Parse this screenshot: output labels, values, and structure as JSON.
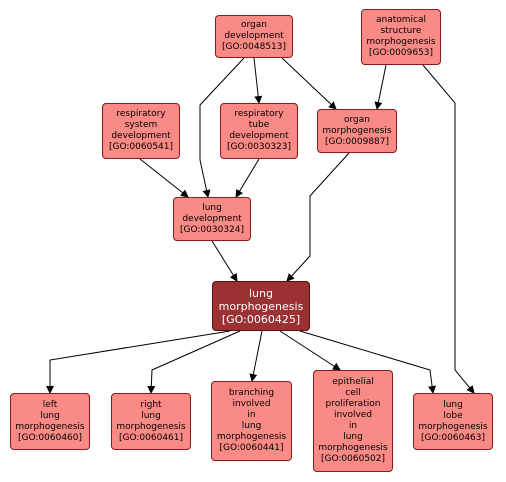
{
  "nodes": {
    "organ_development": {
      "lines": [
        "organ",
        "development",
        "[GO:0048513]"
      ]
    },
    "anatomical_structure_morphogenesis": {
      "lines": [
        "anatomical",
        "structure",
        "morphogenesis",
        "[GO:0009653]"
      ]
    },
    "respiratory_system_development": {
      "lines": [
        "respiratory",
        "system",
        "development",
        "[GO:0060541]"
      ]
    },
    "respiratory_tube_development": {
      "lines": [
        "respiratory",
        "tube",
        "development",
        "[GO:0030323]"
      ]
    },
    "organ_morphogenesis": {
      "lines": [
        "organ",
        "morphogenesis",
        "[GO:0009887]"
      ]
    },
    "lung_development": {
      "lines": [
        "lung",
        "development",
        "[GO:0030324]"
      ]
    },
    "lung_morphogenesis": {
      "lines": [
        "lung",
        "morphogenesis",
        "[GO:0060425]"
      ],
      "highlighted": true
    },
    "left_lung_morphogenesis": {
      "lines": [
        "left",
        "lung",
        "morphogenesis",
        "[GO:0060460]"
      ]
    },
    "right_lung_morphogenesis": {
      "lines": [
        "right",
        "lung",
        "morphogenesis",
        "[GO:0060461]"
      ]
    },
    "branching_involved_in_lung_morphogenesis": {
      "lines": [
        "branching",
        "involved",
        "in",
        "lung",
        "morphogenesis",
        "[GO:0060441]"
      ]
    },
    "epithelial_cell_proliferation_involved_in_lung_morphogenesis": {
      "lines": [
        "epithelial",
        "cell",
        "proliferation",
        "involved",
        "in",
        "lung",
        "morphogenesis",
        "[GO:0060502]"
      ]
    },
    "lung_lobe_morphogenesis": {
      "lines": [
        "lung",
        "lobe",
        "morphogenesis",
        "[GO:0060463]"
      ]
    }
  },
  "edges": [
    {
      "from": "organ_development",
      "to": "lung_development"
    },
    {
      "from": "organ_development",
      "to": "respiratory_tube_development"
    },
    {
      "from": "organ_development",
      "to": "organ_morphogenesis"
    },
    {
      "from": "anatomical_structure_morphogenesis",
      "to": "organ_morphogenesis"
    },
    {
      "from": "anatomical_structure_morphogenesis",
      "to": "lung_lobe_morphogenesis"
    },
    {
      "from": "respiratory_system_development",
      "to": "lung_development"
    },
    {
      "from": "respiratory_tube_development",
      "to": "lung_development"
    },
    {
      "from": "organ_morphogenesis",
      "to": "lung_morphogenesis"
    },
    {
      "from": "lung_development",
      "to": "lung_morphogenesis"
    },
    {
      "from": "lung_morphogenesis",
      "to": "left_lung_morphogenesis"
    },
    {
      "from": "lung_morphogenesis",
      "to": "right_lung_morphogenesis"
    },
    {
      "from": "lung_morphogenesis",
      "to": "branching_involved_in_lung_morphogenesis"
    },
    {
      "from": "lung_morphogenesis",
      "to": "epithelial_cell_proliferation_involved_in_lung_morphogenesis"
    },
    {
      "from": "lung_morphogenesis",
      "to": "lung_lobe_morphogenesis"
    }
  ],
  "colors": {
    "node_fill": "#f98a85",
    "node_border": "#8b1a1a",
    "focus_fill": "#9b3132",
    "focus_text": "#ffffff",
    "edge": "#000000"
  }
}
